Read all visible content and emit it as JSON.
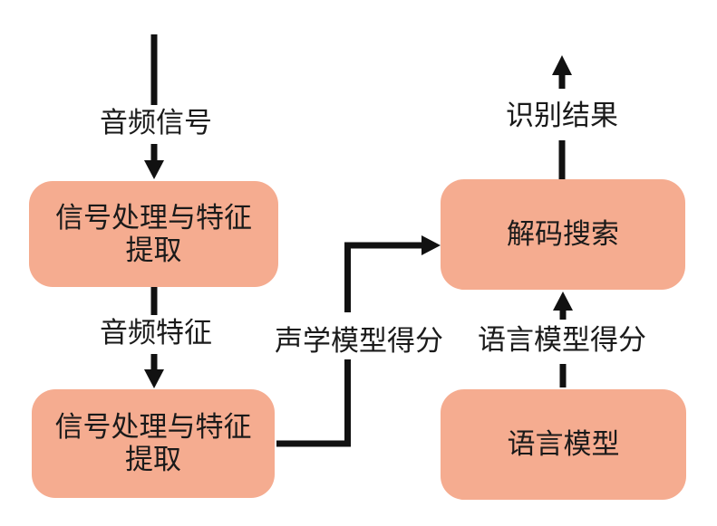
{
  "diagram": {
    "title_hint": "speech-recognition-pipeline-flowchart",
    "colors": {
      "background": "#ffffff",
      "box_fill": "#F5AC90",
      "line": "#111111",
      "text": "#1a1a1a"
    },
    "boxes": {
      "top_left": {
        "line1": "信号处理与特征",
        "line2": "提取"
      },
      "bottom_left": {
        "line1": "信号处理与特征",
        "line2": "提取"
      },
      "top_right": {
        "line1": "解码搜索"
      },
      "bottom_right": {
        "line1": "语言模型"
      }
    },
    "edge_labels": {
      "audio_signal": "音频信号",
      "audio_feature": "音频特征",
      "acoustic_model_score": "声学模型得分",
      "language_model_score": "语言模型得分",
      "recognition_result": "识别结果"
    }
  }
}
